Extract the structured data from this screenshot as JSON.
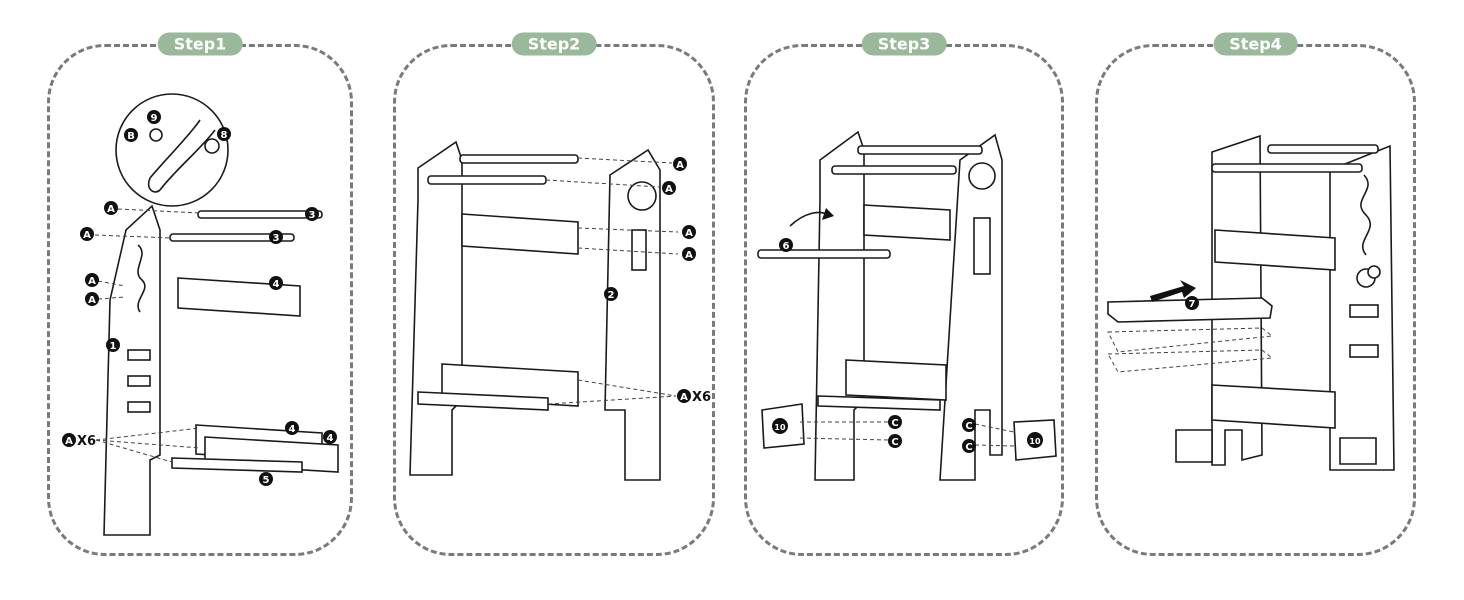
{
  "steps": [
    {
      "label": "Step1"
    },
    {
      "label": "Step2"
    },
    {
      "label": "Step3"
    },
    {
      "label": "Step4"
    }
  ],
  "callouts": {
    "part1": "1",
    "part2": "2",
    "part3": "3",
    "part4": "4",
    "part5": "5",
    "part6": "6",
    "part7": "7",
    "part8": "8",
    "part9": "9",
    "part10": "10",
    "screwA": "A",
    "screwB": "B",
    "screwC": "C",
    "multiplier": "X6"
  },
  "colors": {
    "pill": "#9ab99a",
    "dash": "#7a7a7a",
    "line": "#1a1a1a",
    "badge": "#111111"
  }
}
